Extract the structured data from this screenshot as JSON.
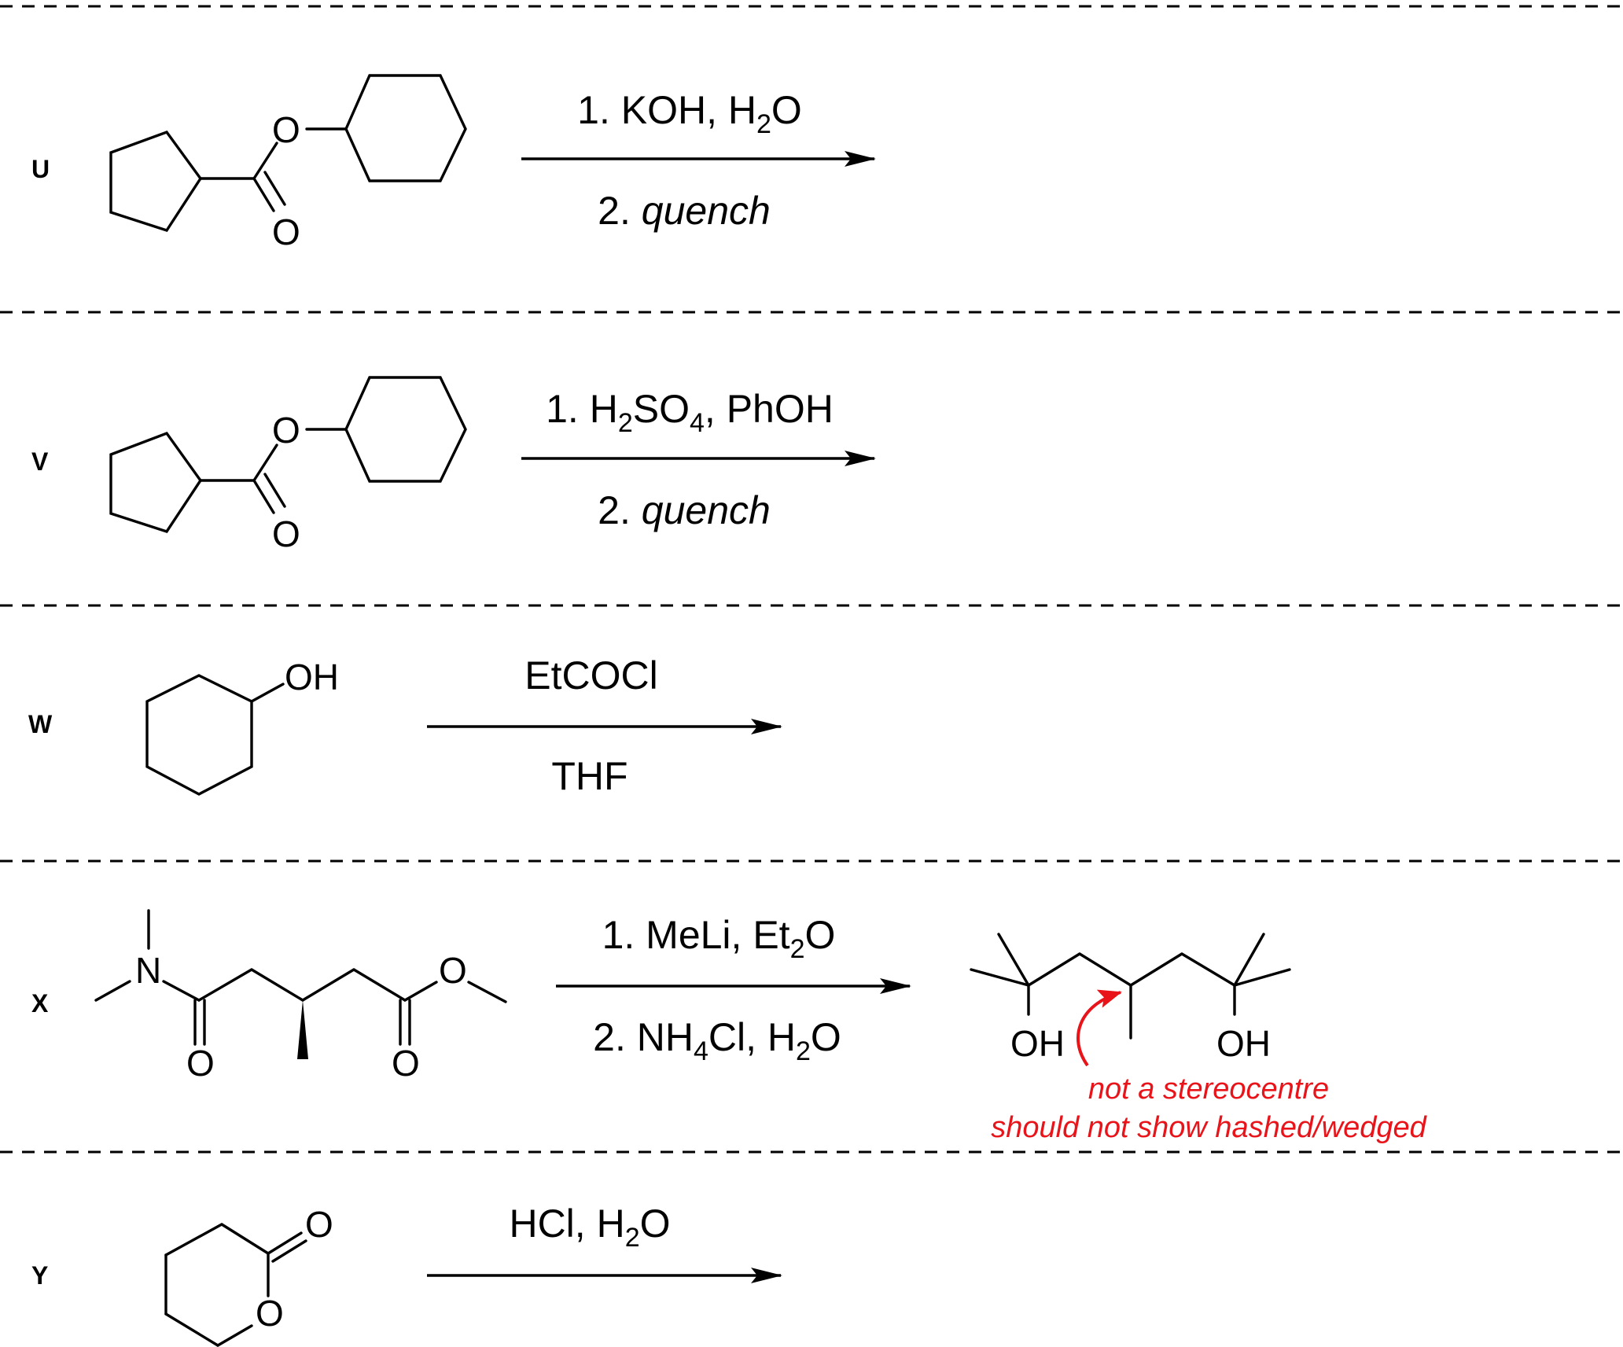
{
  "colors": {
    "ink": "#000000",
    "annotation": "#e8141a"
  },
  "reactions": [
    {
      "label": "U",
      "step1": {
        "prefix": "1. KOH, H",
        "sub": "2",
        "suffix": "O"
      },
      "step2": {
        "num": "2. ",
        "text": "quench"
      }
    },
    {
      "label": "V",
      "step1": {
        "prefix": "1. H",
        "sub": "2",
        "mid": "SO",
        "sub2": "4",
        "suffix": ", PhOH"
      },
      "step2": {
        "num": "2. ",
        "text": "quench"
      }
    },
    {
      "label": "W",
      "above": "EtCOCl",
      "below": "THF"
    },
    {
      "label": "X",
      "step1": {
        "prefix": "1. MeLi, Et",
        "sub": "2",
        "suffix": "O"
      },
      "step2": {
        "prefix": "2. NH",
        "sub": "4",
        "suffix": "Cl, H",
        "sub2": "2",
        "suffix2": "O"
      },
      "note_line1": "not a stereocentre",
      "note_line2": "should not show hashed/wedged"
    },
    {
      "label": "Y",
      "above": {
        "prefix": "HCl, H",
        "sub": "2",
        "suffix": "O"
      }
    }
  ],
  "atoms": {
    "O": "O",
    "OH": "OH",
    "N": "N"
  }
}
